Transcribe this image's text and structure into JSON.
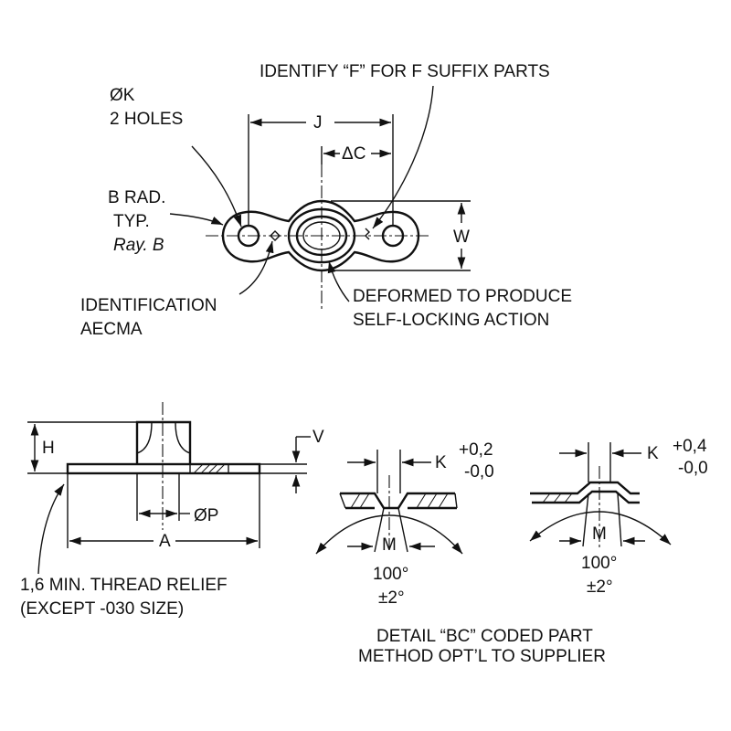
{
  "top_view": {
    "callout_f": "IDENTIFY “F” FOR F SUFFIX PARTS",
    "hole_dia": "ØK",
    "hole_count": "2 HOLES",
    "dim_j": "J",
    "dim_c": "ΔC",
    "dim_w": "W",
    "rad_line1": "B RAD.",
    "rad_line2": "TYP.",
    "rad_line3": "Ray. B",
    "ident_line1": "IDENTIFICATION",
    "ident_line2": "AECMA",
    "deformed_line1": "DEFORMED TO PRODUCE",
    "deformed_line2": "SELF-LOCKING ACTION"
  },
  "side_view": {
    "dim_h": "H",
    "dim_v": "V",
    "dim_p": "ØP",
    "dim_a": "A",
    "relief_line1": "1,6 MIN. THREAD RELIEF",
    "relief_line2": "(EXCEPT -030 SIZE)"
  },
  "detail_left": {
    "dim_k": "K",
    "tol_plus": "+0,2",
    "tol_minus": "-0,0",
    "dim_m": "M",
    "angle": "100°",
    "angle_tol": "±2°"
  },
  "detail_right": {
    "dim_k": "K",
    "tol_plus": "+0,4",
    "tol_minus": "-0,0",
    "dim_m": "M",
    "angle": "100°",
    "angle_tol": "±2°"
  },
  "detail_caption": {
    "line1": "DETAIL “BC” CODED PART",
    "line2": "METHOD OPT’L TO SUPPLIER"
  }
}
